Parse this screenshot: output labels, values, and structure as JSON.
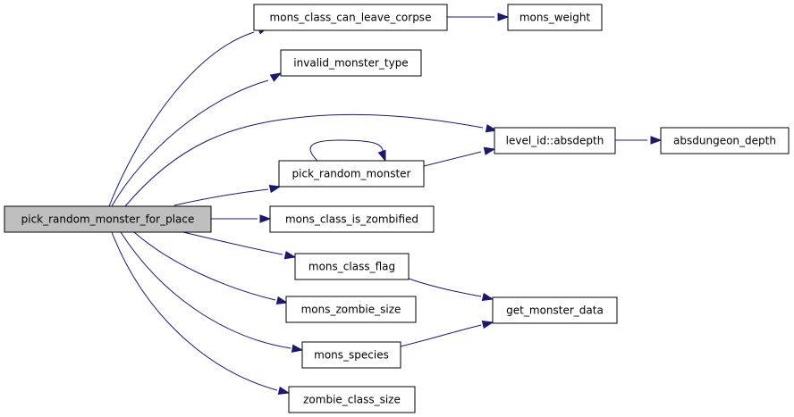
{
  "graph": {
    "edge_color": "#191970",
    "node_fill": "#ffffff",
    "root_fill": "#bfbfbf",
    "nodes": {
      "root": "pick_random_monster_for_place",
      "corpse": "mons_class_can_leave_corpse",
      "weight": "mons_weight",
      "invalid": "invalid_monster_type",
      "absdepth": "level_id::absdepth",
      "dungeon": "absdungeon_depth",
      "pickrand": "pick_random_monster",
      "zombified": "mons_class_is_zombified",
      "flag": "mons_class_flag",
      "getdata": "get_monster_data",
      "zsize": "mons_zombie_size",
      "species": "mons_species",
      "zcsize": "zombie_class_size"
    },
    "edges": [
      [
        "root",
        "corpse"
      ],
      [
        "root",
        "invalid"
      ],
      [
        "root",
        "absdepth"
      ],
      [
        "root",
        "pickrand"
      ],
      [
        "root",
        "zombified"
      ],
      [
        "root",
        "flag"
      ],
      [
        "root",
        "zsize"
      ],
      [
        "root",
        "species"
      ],
      [
        "root",
        "zcsize"
      ],
      [
        "corpse",
        "weight"
      ],
      [
        "pickrand",
        "pickrand"
      ],
      [
        "pickrand",
        "absdepth"
      ],
      [
        "absdepth",
        "dungeon"
      ],
      [
        "flag",
        "getdata"
      ],
      [
        "species",
        "getdata"
      ]
    ]
  }
}
